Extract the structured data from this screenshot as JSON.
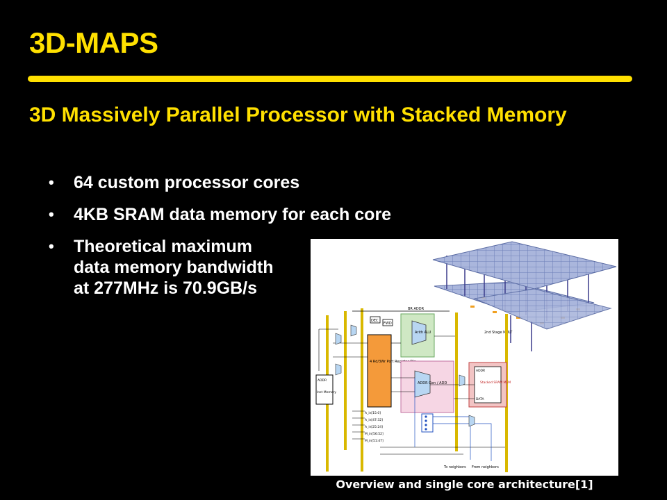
{
  "slide": {
    "title": "3D-MAPS",
    "subtitle": "3D Massively Parallel Processor with Stacked Memory",
    "bullets": [
      "64 custom processor cores",
      "4KB SRAM data memory for each core",
      "Theoretical maximum data memory bandwidth at 277MHz is 70.9GB/s"
    ],
    "caption": "Overview and single core architecture[1]"
  },
  "figure": {
    "labels": {
      "bradr": "BR ADDR",
      "dec": "DEC",
      "fwd": "FWD",
      "arith_alu": "Arith ALU",
      "stage_mult": "2nd Stage MULT",
      "register_file": "4 Rd/3Wr Port Register File",
      "inst_addr": "ADDR",
      "inst_memory": "Inst Memory",
      "addr_gen": "ADDR Gen / ADD",
      "sram_addr": "ADDR",
      "sram_mem": "Stacked SRAM MEM",
      "sram_data": "DATA",
      "to_neighbors": "To neighbors",
      "from_neighbors": "From neighbors",
      "inputs": [
        "A_in[15:0]",
        "A_in[47:32]",
        "A_in[25:24]",
        "M_in[56:52]",
        "M_in[51:47]"
      ]
    }
  },
  "colors": {
    "accent": "#ffe000",
    "background": "#000000",
    "text": "#ffffff",
    "register_file": "#f49a3a",
    "alu_region": "#cfe8c4",
    "addr_region": "#f6d6e4",
    "sram_region": "#f2c4c4",
    "bus": "#d9b800",
    "wire": "#000000"
  }
}
